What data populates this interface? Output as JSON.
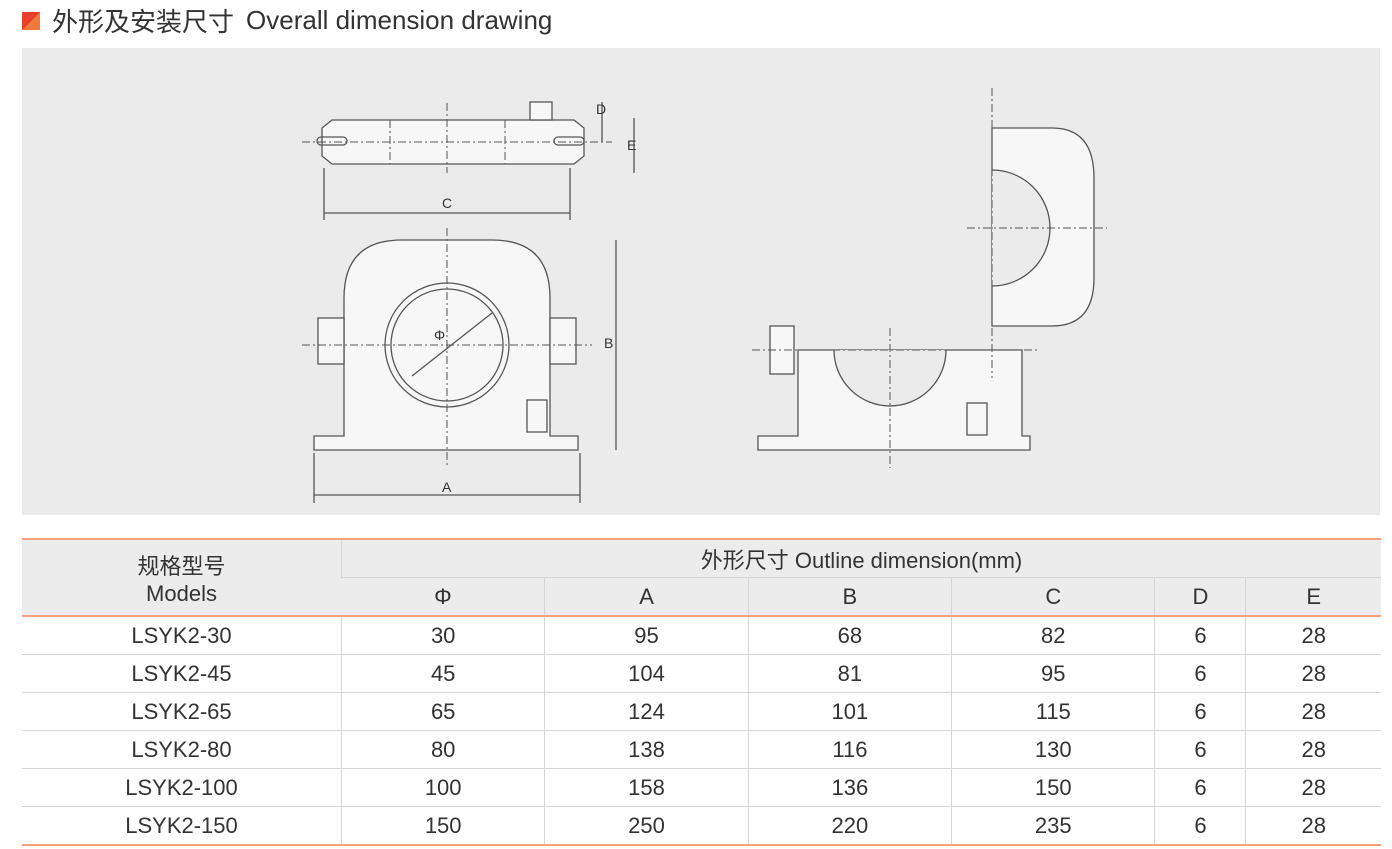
{
  "title": {
    "zh": "外形及安装尺寸",
    "en": "Overall dimension drawing"
  },
  "drawing": {
    "labels": {
      "A": "A",
      "B": "B",
      "C": "C",
      "D": "D",
      "E": "E",
      "phi": "Φ"
    }
  },
  "table": {
    "model_header_zh": "规格型号",
    "model_header_en": "Models",
    "group_header": "外形尺寸 Outline dimension(mm)",
    "columns": [
      "Φ",
      "A",
      "B",
      "C",
      "D",
      "E"
    ],
    "rows": [
      [
        "LSYK2-30",
        "30",
        "95",
        "68",
        "82",
        "6",
        "28"
      ],
      [
        "LSYK2-45",
        "45",
        "104",
        "81",
        "95",
        "6",
        "28"
      ],
      [
        "LSYK2-65",
        "65",
        "124",
        "101",
        "115",
        "6",
        "28"
      ],
      [
        "LSYK2-80",
        "80",
        "138",
        "116",
        "130",
        "6",
        "28"
      ],
      [
        "LSYK2-100",
        "100",
        "158",
        "136",
        "150",
        "6",
        "28"
      ],
      [
        "LSYK2-150",
        "150",
        "250",
        "220",
        "235",
        "6",
        "28"
      ]
    ]
  }
}
